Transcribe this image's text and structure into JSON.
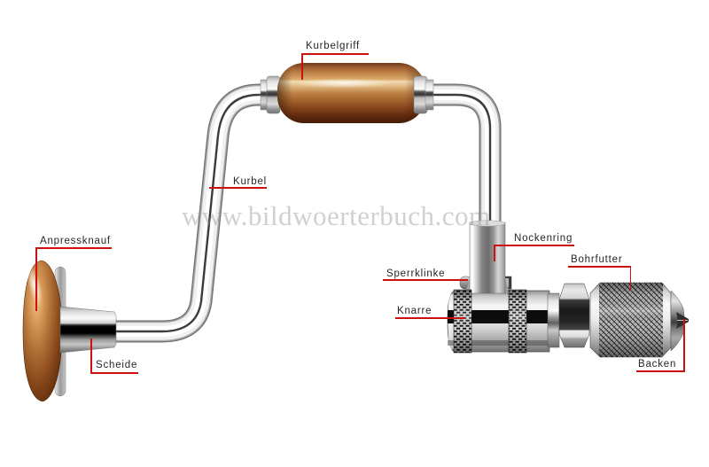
{
  "illustration": {
    "watermark": {
      "text": "www.bildwoerterbuch.com"
    },
    "colors": {
      "accent": "#cc1111",
      "label_text": "#262626",
      "watermark_gray": "rgba(150,150,150,0.45)",
      "handle_wood": "#b4743a",
      "chrome_dark": "#6f6f6f"
    },
    "labels": {
      "kurbelgriff": "Kurbelgriff",
      "kurbel": "Kurbel",
      "anpressknauf": "Anpressknauf",
      "scheide": "Scheide",
      "sperrklinke": "Sperrklinke",
      "nockenring": "Nockenring",
      "knarre": "Knarre",
      "bohrfutter": "Bohrfutter",
      "backen": "Backen"
    }
  }
}
